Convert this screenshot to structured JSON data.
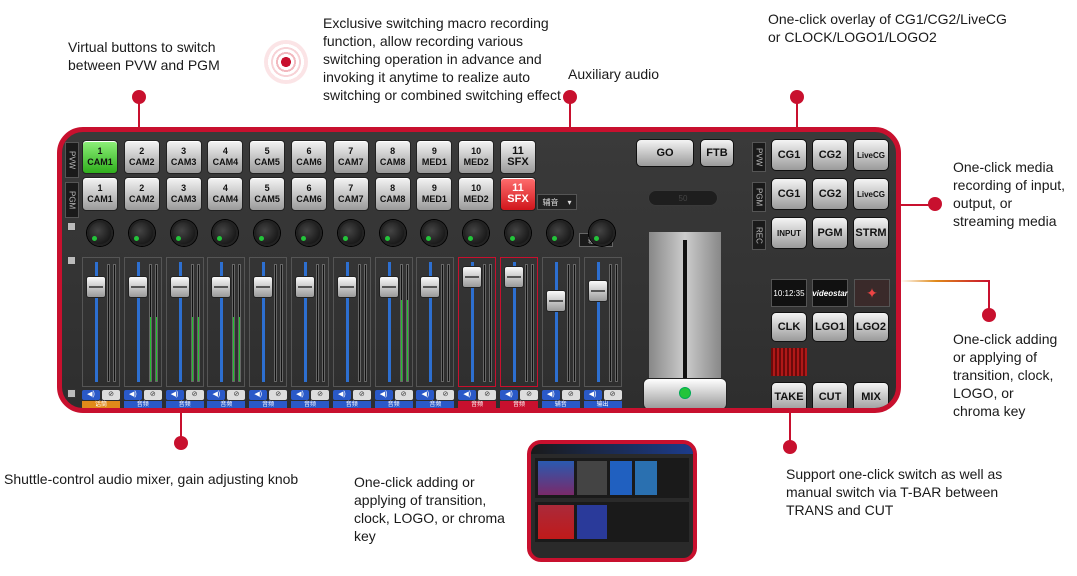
{
  "callouts": {
    "pvw_pgm": "Virtual buttons to switch between PVW and PGM",
    "macro": "Exclusive switching macro recording function, allow recording various switching operation in advance and invoking it anytime to realize auto switching or combined switching effect",
    "aux_audio": "Auxiliary audio",
    "overlay": "One-click overlay of CG1/CG2/LiveCG or CLOCK/LOGO1/LOGO2",
    "media_recording": "One-click media recording of input, output, or streaming media",
    "transition_right": "One-click adding or applying of transition, clock, LOGO, or chroma key",
    "audio_mixer": "Shuttle-control audio mixer, gain adjusting knob",
    "transition_bottom": "One-click adding or applying of transition, clock, LOGO, or chroma key",
    "tbar": "Support one-click switch as well as manual switch via T-BAR between TRANS and CUT"
  },
  "side_tabs": {
    "pvw": "PVW",
    "pgm": "PGM",
    "rec": "REC"
  },
  "pvw_row": [
    {
      "num": "1",
      "name": "CAM1",
      "state": "active"
    },
    {
      "num": "2",
      "name": "CAM2"
    },
    {
      "num": "3",
      "name": "CAM3"
    },
    {
      "num": "4",
      "name": "CAM4"
    },
    {
      "num": "5",
      "name": "CAM5"
    },
    {
      "num": "6",
      "name": "CAM6"
    },
    {
      "num": "7",
      "name": "CAM7"
    },
    {
      "num": "8",
      "name": "CAM8"
    },
    {
      "num": "9",
      "name": "MED1"
    },
    {
      "num": "10",
      "name": "MED2"
    },
    {
      "num": "11",
      "name": "SFX"
    }
  ],
  "pgm_row": [
    {
      "num": "1",
      "name": "CAM1"
    },
    {
      "num": "2",
      "name": "CAM2"
    },
    {
      "num": "3",
      "name": "CAM3"
    },
    {
      "num": "4",
      "name": "CAM4"
    },
    {
      "num": "5",
      "name": "CAM5"
    },
    {
      "num": "6",
      "name": "CAM6"
    },
    {
      "num": "7",
      "name": "CAM7"
    },
    {
      "num": "8",
      "name": "CAM8"
    },
    {
      "num": "9",
      "name": "MED1"
    },
    {
      "num": "10",
      "name": "MED2"
    },
    {
      "num": "11",
      "name": "SFX",
      "state": "live"
    }
  ],
  "aux_dropdown": "辅音",
  "output_button": "输出",
  "go_button": "GO",
  "ftb_button": "FTB",
  "tbar_value": "50",
  "overlay": {
    "pvw": [
      "CG1",
      "CG2",
      "LiveCG"
    ],
    "pgm": [
      "CG1",
      "CG2",
      "LiveCG"
    ],
    "rec": [
      "INPUT",
      "PGM",
      "STRM"
    ]
  },
  "thumbs": {
    "clock": "10:12:35",
    "logo1": "videostar",
    "logo2": ""
  },
  "clock_logo_buttons": [
    "CLK",
    "LGO1",
    "LGO2"
  ],
  "transition_buttons": [
    "TAKE",
    "CUT",
    "MIX"
  ],
  "mixer": {
    "channels": [
      {
        "label": "话筒",
        "level": 0.0,
        "color": "#e08a1a"
      },
      {
        "label": "音频",
        "level": 0.55
      },
      {
        "label": "音频",
        "level": 0.55
      },
      {
        "label": "音频",
        "level": 0.55
      },
      {
        "label": "音频",
        "level": 0.0
      },
      {
        "label": "音频",
        "level": 0.0
      },
      {
        "label": "音频",
        "level": 0.0
      },
      {
        "label": "音频",
        "level": 0.7
      },
      {
        "label": "音频",
        "level": 0.0
      },
      {
        "label": "音频",
        "level": 0.0,
        "color": "#c8102e"
      },
      {
        "label": "音频",
        "level": 0.0,
        "color": "#c8102e"
      },
      {
        "label": "辅音",
        "level": 0.0
      },
      {
        "label": "输出",
        "level": 0.0
      }
    ]
  }
}
